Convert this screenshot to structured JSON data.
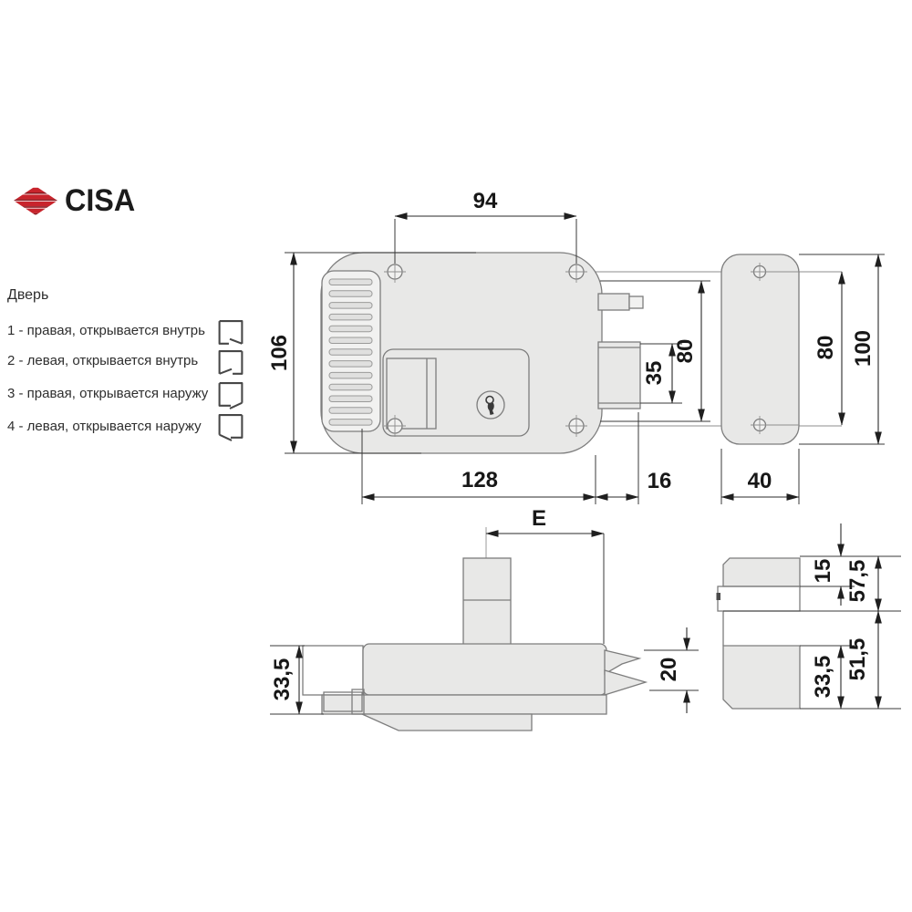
{
  "brand": {
    "name": "CISA"
  },
  "legend": {
    "title": "Дверь",
    "items": [
      {
        "label": "1 - правая, открывается внутрь",
        "icon": "door-right-inward"
      },
      {
        "label": "2 - левая, открывается внутрь",
        "icon": "door-left-inward"
      },
      {
        "label": "3 - правая, открывается наружу",
        "icon": "door-right-outward"
      },
      {
        "label": "4 - левая, открывается наружу",
        "icon": "door-left-outward"
      }
    ]
  },
  "views": {
    "lock_front": {
      "hole_spacing": "94",
      "height": "106",
      "deadbolt": "35",
      "bolt_span": "80",
      "width": "128",
      "protrusion": "16"
    },
    "strike_front": {
      "hole_spacing": "80",
      "height": "100",
      "width": "40"
    },
    "lock_top": {
      "backset": "E",
      "depth": "33,5",
      "bolt_width": "20"
    },
    "strike_top": {
      "lip": "15",
      "upper": "57,5",
      "inner": "33,5",
      "lower": "51,5"
    }
  },
  "colors": {
    "brand_red": "#c8242c",
    "brand_red_dark": "#8a161c",
    "body_fill": "#e8e8e7",
    "line": "#7d7d7d",
    "dimension": "#2a2a2a"
  }
}
